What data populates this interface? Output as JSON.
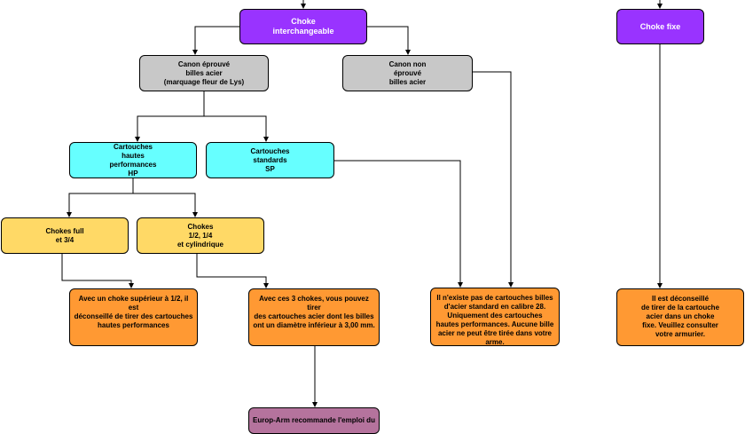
{
  "nodes": {
    "choke_interchangeable": "Choke\ninterchangeable",
    "choke_fixe": "Choke fixe",
    "canon_eprouve": "Canon éprouvé\nbilles acier\n(marquage fleur de Lys)",
    "canon_non_eprouve": "Canon non\néprouvé\nbilles acier",
    "cartouches_hp": "Cartouches\nhautes\nperformances\nHP",
    "cartouches_sp": "Cartouches\nstandards\nSP",
    "chokes_full": "Chokes full\net 3/4",
    "chokes_demi": "Chokes\n1/2, 1/4\net cylindrique",
    "note_choke_superieur": "Avec un choke supérieur à 1/2, il est\ndéconseillé de tirer des cartouches\nhautes performances",
    "note_3_chokes": "Avec ces 3 chokes, vous pouvez tirer\ndes cartouches acier dont les billes\nont un diamètre inférieur à 3,00 mm.",
    "note_calibre_28": "Il n'existe pas de cartouches billes\nd'acier standard en calibre 28.\nUniquement des cartouches\nhautes performances. Aucune bille\nacier ne peut être tirée dans votre\narme.",
    "note_choke_fixe": "Il est déconseillé\nde tirer de la cartouche\nacier dans un choke\nfixe. Veuillez consulter\nvotre armurier.",
    "europ_arm": "Europ-Arm recommande l'emploi du"
  },
  "colors": {
    "purple": "#9933ff",
    "gray": "#c8c8c8",
    "cyan": "#66ffff",
    "yellow": "#ffd966",
    "orange": "#ff9933",
    "mauve": "#b5739d"
  }
}
